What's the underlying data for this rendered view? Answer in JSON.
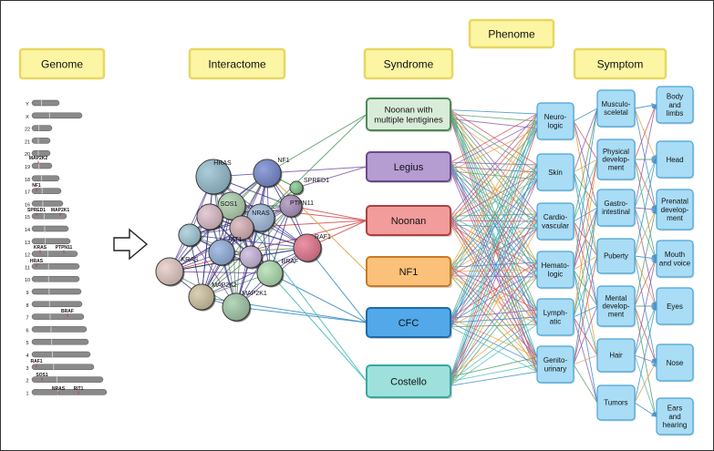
{
  "headers": {
    "genome": "Genome",
    "interactome": "Interactome",
    "syndrome": "Syndrome",
    "phenome": "Phenome",
    "symptom": "Symptom"
  },
  "chromosomes": {
    "labels": [
      "Y",
      "X",
      "22",
      "21",
      "20",
      "19",
      "18",
      "17",
      "16",
      "15",
      "14",
      "13",
      "12",
      "11",
      "10",
      "9",
      "8",
      "7",
      "6",
      "5",
      "4",
      "3",
      "2",
      "1"
    ],
    "gene_markers": [
      "MAP2K2",
      "NF1",
      "SPRED1",
      "MAP2K1",
      "KRAS",
      "PTPN11",
      "HRAS",
      "BRAF",
      "RAF1",
      "SOS1",
      "NRAS",
      "RIT1"
    ]
  },
  "interactome": {
    "proteins": [
      "HRAS",
      "NF1",
      "SPRED1",
      "SOS1",
      "NRAS",
      "PTPN11",
      "RIT1",
      "RAF1",
      "KRAS",
      "BRAF",
      "MAP2K2",
      "MAP2K1"
    ]
  },
  "syndromes": [
    {
      "lines": [
        "Noonan with",
        "multiple lentigines"
      ],
      "fill": "#d9ecd9",
      "stroke": "#4a8a55",
      "edge": "#5a9e6a"
    },
    {
      "lines": [
        "Legius"
      ],
      "fill": "#b59cd1",
      "stroke": "#6a4a8c",
      "edge": "#8a60b0"
    },
    {
      "lines": [
        "Noonan"
      ],
      "fill": "#f29c9c",
      "stroke": "#b04040",
      "edge": "#d25555"
    },
    {
      "lines": [
        "NF1"
      ],
      "fill": "#fbc07a",
      "stroke": "#c97a20",
      "edge": "#e8a040"
    },
    {
      "lines": [
        "CFC"
      ],
      "fill": "#52a8e8",
      "stroke": "#1f6aa8",
      "edge": "#3a8ec8"
    },
    {
      "lines": [
        "Costello"
      ],
      "fill": "#9ee0dc",
      "stroke": "#3aa8a2",
      "edge": "#4abcb4"
    }
  ],
  "phenome": [
    {
      "lines": [
        "Neuro-",
        "logic"
      ]
    },
    {
      "lines": [
        "Skin"
      ]
    },
    {
      "lines": [
        "Cardio-",
        "vascular"
      ]
    },
    {
      "lines": [
        "Hemato-",
        "logic"
      ]
    },
    {
      "lines": [
        "Lymph-",
        "atic"
      ]
    },
    {
      "lines": [
        "Genito-",
        "urinary"
      ]
    }
  ],
  "symptoms_mid": [
    {
      "lines": [
        "Musculo-",
        "sceletal"
      ]
    },
    {
      "lines": [
        "Physical",
        "develop-",
        "ment"
      ]
    },
    {
      "lines": [
        "Gastro-",
        "intestinal"
      ]
    },
    {
      "lines": [
        "Puberty"
      ]
    },
    {
      "lines": [
        "Mental",
        "develop-",
        "ment"
      ]
    },
    {
      "lines": [
        "Hair"
      ]
    },
    {
      "lines": [
        "Tumors"
      ]
    }
  ],
  "symptoms_right": [
    {
      "lines": [
        "Body",
        "and",
        "limbs"
      ]
    },
    {
      "lines": [
        "Head"
      ]
    },
    {
      "lines": [
        "Prenatal",
        "develop-",
        "ment"
      ]
    },
    {
      "lines": [
        "Mouth",
        "and voice"
      ]
    },
    {
      "lines": [
        "Eyes"
      ]
    },
    {
      "lines": [
        "Nose"
      ]
    },
    {
      "lines": [
        "Ears",
        "and",
        "hearing"
      ]
    }
  ],
  "colors": {
    "header_fill": "#fbf5a4",
    "header_stroke": "#e8d760",
    "phenome_fill": "#a9dcf5",
    "phenome_stroke": "#4aa3d8",
    "extra_edge_colors": [
      "#3a8ec8",
      "#d25555",
      "#8a60b0",
      "#e8a040",
      "#5a9e6a",
      "#4abcb4"
    ]
  }
}
